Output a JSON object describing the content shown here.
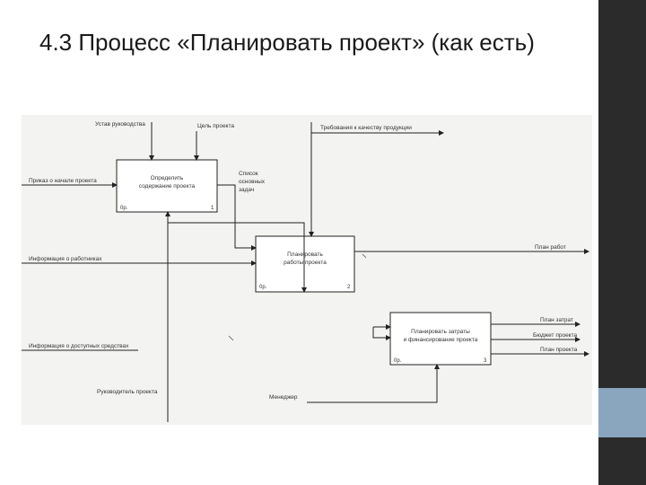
{
  "title": "4.3 Процесс «Планировать проект» (как есть)",
  "diagram": {
    "boxes": [
      {
        "name": "Определить содержание проекта",
        "line1": "Определить",
        "line2": "содержание проекта",
        "cost": "0р.",
        "number": "1"
      },
      {
        "name": "Планировать работы проекта",
        "line1": "Планировать",
        "line2": "работы проекта",
        "cost": "0р.",
        "number": "2"
      },
      {
        "name": "Планировать затраты и финансирование проекта",
        "line1": "Планировать затраты",
        "line2": "и финансирование проекта",
        "cost": "0р.",
        "number": "3"
      }
    ],
    "arrows": {
      "ustav": "Устав руководства",
      "goal": "Цель проекта",
      "requirements": "Требования к качеству продукции",
      "order": "Приказ о начале проекта",
      "task_list": "Список",
      "task_list_2": "основных",
      "task_list_3": "задач",
      "staff_info": "Информация о работниках",
      "work_plan": "План работ",
      "cost_plan": "План затрат",
      "budget": "Бюджет проекта",
      "project_plan": "План проекта",
      "resources_info": "Информация о доступных средствах",
      "manager_head": "Руководитель проекта",
      "manager": "Менеджер"
    }
  }
}
